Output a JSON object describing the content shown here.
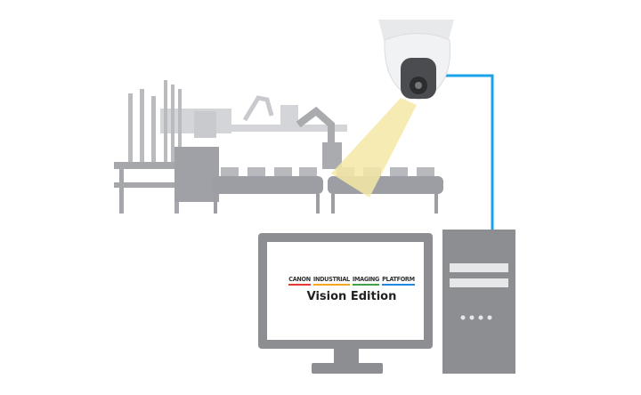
{
  "monitor": {
    "logo_words": [
      {
        "text": "CANON",
        "color": "#e53935"
      },
      {
        "text": "INDUSTRIAL",
        "color": "#f5a623"
      },
      {
        "text": "IMAGING",
        "color": "#43a047"
      },
      {
        "text": "PLATFORM",
        "color": "#1e88e5"
      }
    ],
    "logo_words_text": [
      "CANON",
      "INDUSTRIAL",
      "IMAGING",
      "PLATFORM"
    ],
    "edition": "Vision Edition"
  },
  "colors": {
    "cable": "#1aa3e8",
    "device": "#8c8e92",
    "factory": "#c5c7cb",
    "camera_beam": "#f5e7a6"
  }
}
